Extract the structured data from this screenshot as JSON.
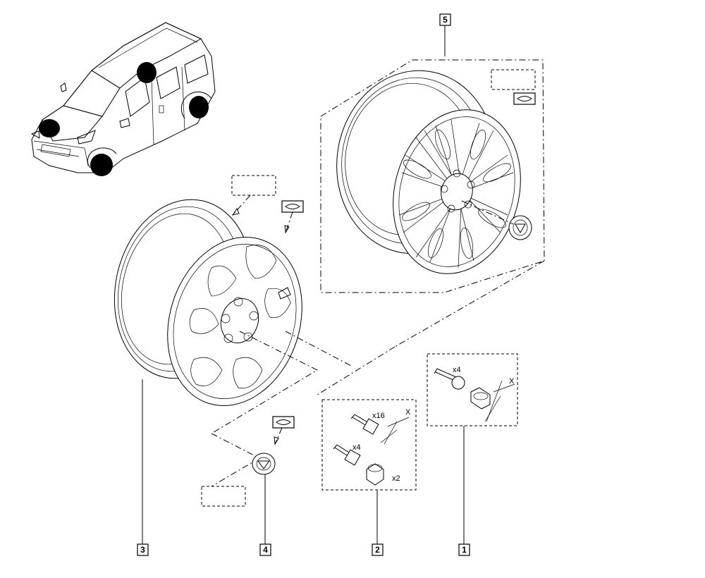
{
  "callouts": [
    {
      "id": "callout-1",
      "number": "1"
    },
    {
      "id": "callout-2",
      "number": "2"
    },
    {
      "id": "callout-3",
      "number": "3"
    },
    {
      "id": "callout-4",
      "number": "4"
    },
    {
      "id": "callout-5",
      "number": "5"
    }
  ],
  "quantities": {
    "group1_bolts": "x4",
    "group2_bolts": "x16",
    "group2_locking_bolts": "x4",
    "group2_locking_nuts": "x2"
  },
  "dimension_marks": {
    "group1": "X",
    "group2": "X"
  },
  "icons": [
    "vehicle-icon",
    "steel-wheel-icon",
    "alloy-wheel-icon",
    "wheel-bolt-icon",
    "locking-nut-icon",
    "hubcap-icon",
    "label-marker-icon"
  ]
}
